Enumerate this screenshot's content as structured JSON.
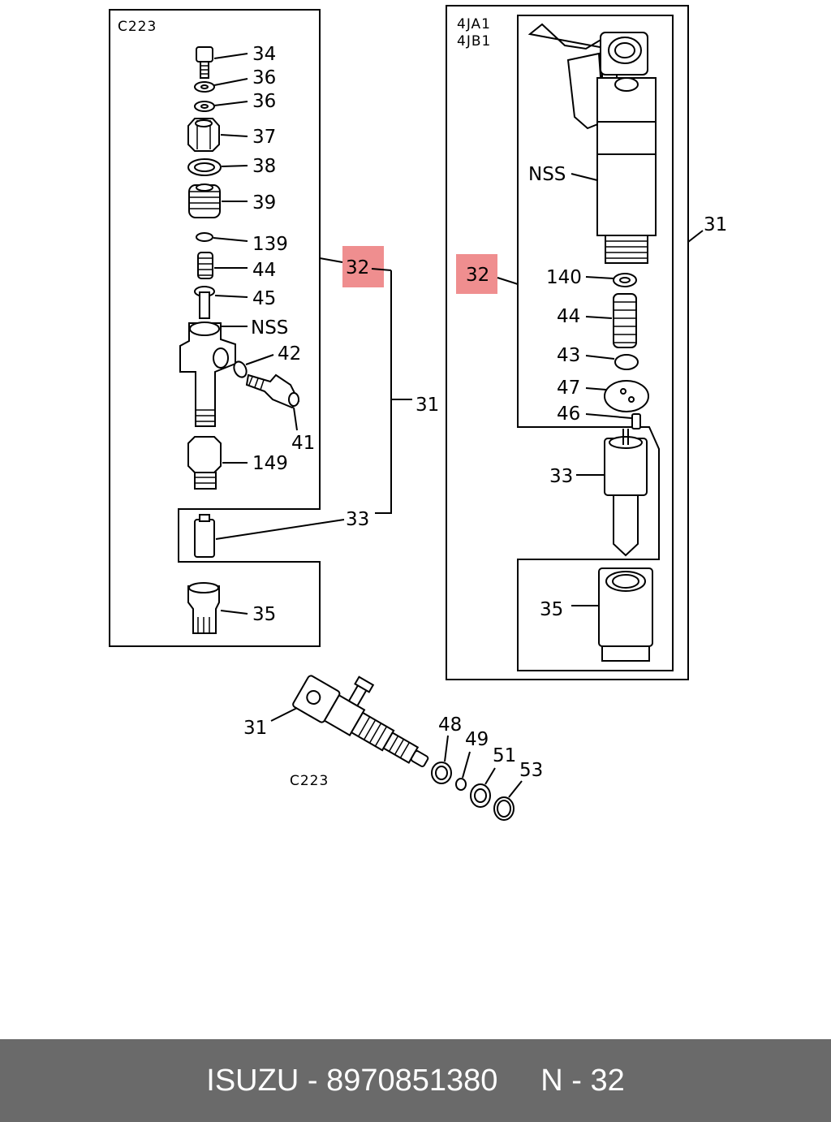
{
  "diagram": {
    "left_panel": {
      "caption": "C223",
      "labels": [
        "34",
        "36",
        "36",
        "37",
        "38",
        "39",
        "139",
        "44",
        "45",
        "NSS",
        "42",
        "41",
        "149",
        "33",
        "35"
      ]
    },
    "right_panel": {
      "caption_lines": [
        "4JA1",
        "4JB1"
      ],
      "labels": [
        "NSS",
        "140",
        "44",
        "43",
        "47",
        "46",
        "33",
        "35"
      ]
    },
    "callouts": {
      "highlighted_left": "32",
      "highlighted_right": "32",
      "assembly_left": "31",
      "assembly_right": "31",
      "assembly_bottom": "31"
    },
    "bottom_assembly": {
      "caption": "C223",
      "labels": [
        "48",
        "49",
        "51",
        "53"
      ]
    },
    "highlight_color": "#ef8e8f"
  },
  "footer": {
    "brand": "ISUZU",
    "separator": "-",
    "part_number": "8970851380",
    "page_prefix": "N",
    "page_separator": "-",
    "page_number": "32",
    "background": "#6a6a6a"
  }
}
